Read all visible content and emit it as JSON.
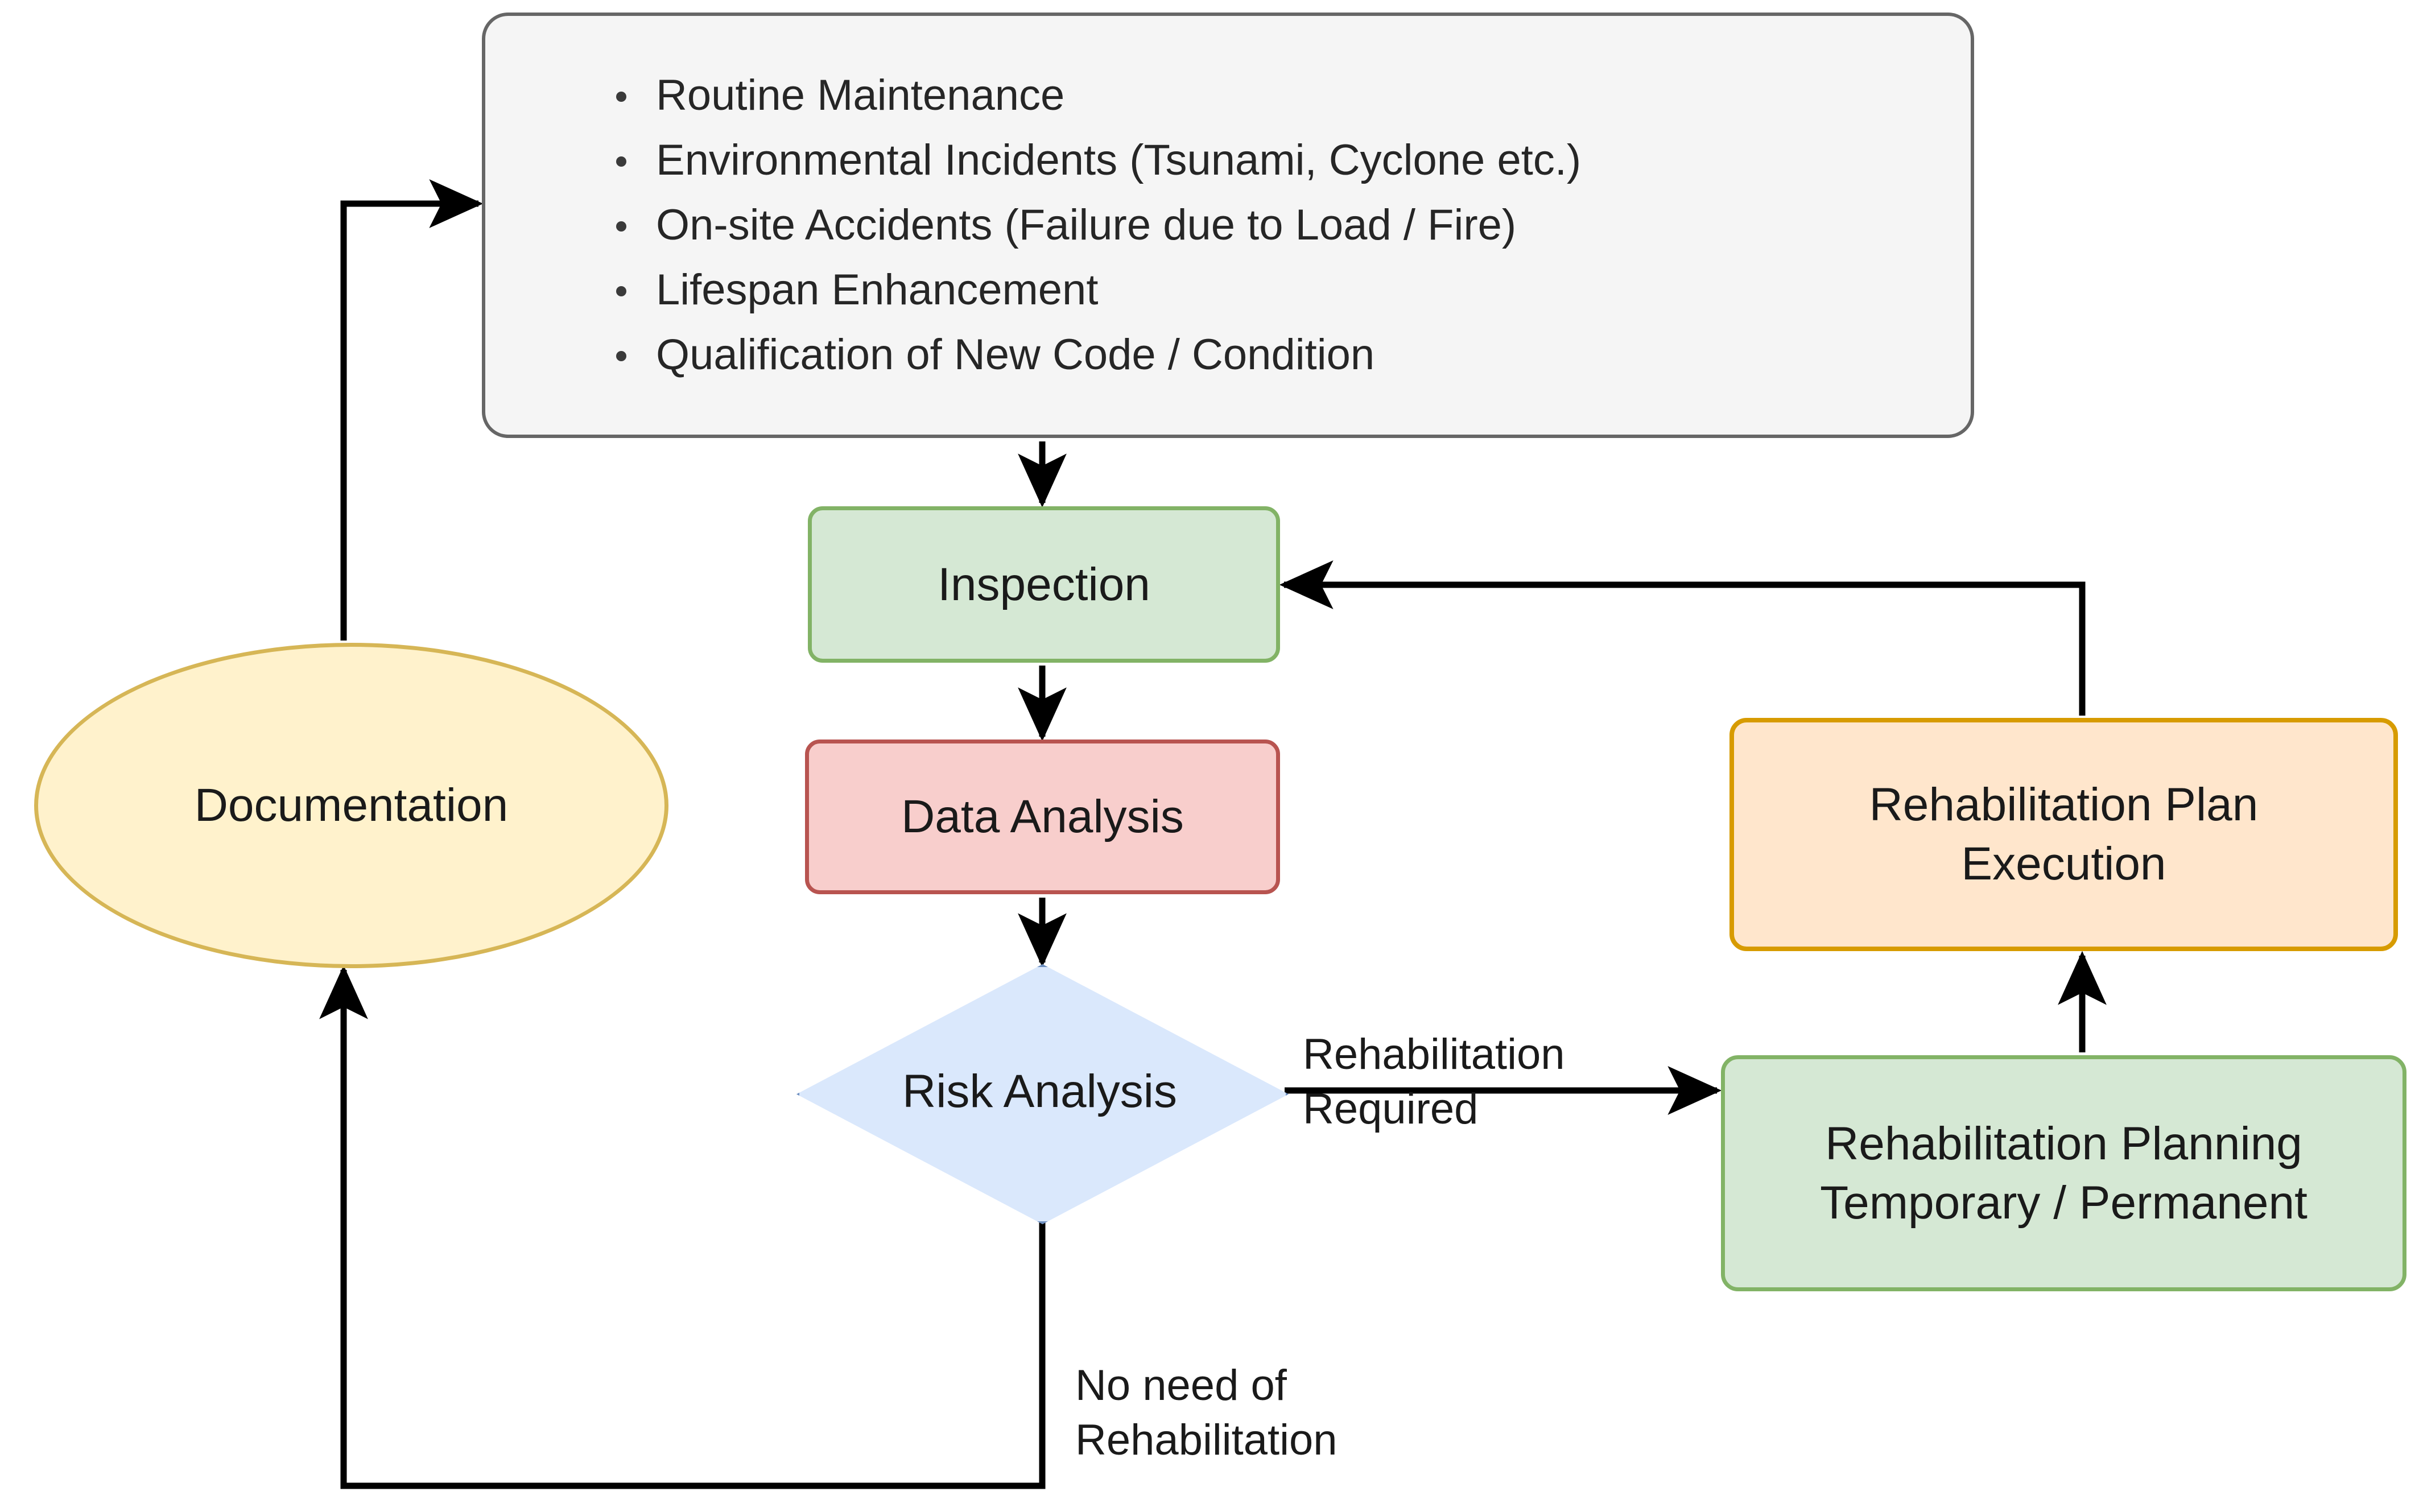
{
  "diagram": {
    "title": "Structural Rehabilitation Workflow",
    "colors": {
      "trigger_fill": "#f5f5f5",
      "trigger_stroke": "#666666",
      "green_fill": "#d5e8d4",
      "green_stroke": "#82b366",
      "red_fill": "#f8cecc",
      "red_stroke": "#b85450",
      "blue_fill": "#dae8fc",
      "blue_stroke": "#6c8ebf",
      "yellow_fill": "#fff2cc",
      "yellow_stroke": "#d6b656",
      "orange_fill": "#ffe6cc",
      "orange_stroke": "#d79b00",
      "edge": "#000000",
      "background": "#ffffff"
    }
  },
  "nodes": {
    "trigger": {
      "shape": "rounded-rectangle",
      "items": [
        "Routine Maintenance",
        "Environmental Incidents (Tsunami, Cyclone etc.)",
        "On-site Accidents (Failure due to Load / Fire)",
        "Lifespan Enhancement",
        "Qualification of New Code / Condition"
      ]
    },
    "inspection": {
      "shape": "rounded-rectangle",
      "label": "Inspection"
    },
    "data_analysis": {
      "shape": "rounded-rectangle",
      "label": "Data Analysis"
    },
    "risk_analysis": {
      "shape": "diamond",
      "label": "Risk Analysis"
    },
    "documentation": {
      "shape": "ellipse",
      "label": "Documentation"
    },
    "rehab_execution": {
      "shape": "rounded-rectangle",
      "label": "Rehabilitation Plan\nExecution"
    },
    "rehab_planning": {
      "shape": "rounded-rectangle",
      "label": "Rehabilitation Planning\nTemporary / Permanent"
    }
  },
  "edges": [
    {
      "from": "trigger",
      "to": "inspection",
      "label": ""
    },
    {
      "from": "inspection",
      "to": "data_analysis",
      "label": ""
    },
    {
      "from": "data_analysis",
      "to": "risk_analysis",
      "label": ""
    },
    {
      "from": "risk_analysis",
      "to": "rehab_planning",
      "label": "Rehabilitation\nRequired"
    },
    {
      "from": "risk_analysis",
      "to": "documentation",
      "label": "No need of\nRehabilitation"
    },
    {
      "from": "rehab_planning",
      "to": "rehab_execution",
      "label": ""
    },
    {
      "from": "rehab_execution",
      "to": "inspection",
      "label": ""
    },
    {
      "from": "documentation",
      "to": "trigger",
      "label": ""
    }
  ],
  "edge_labels": {
    "rehab_required": "Rehabilitation\nRequired",
    "no_need": "No need of\nRehabilitation"
  }
}
